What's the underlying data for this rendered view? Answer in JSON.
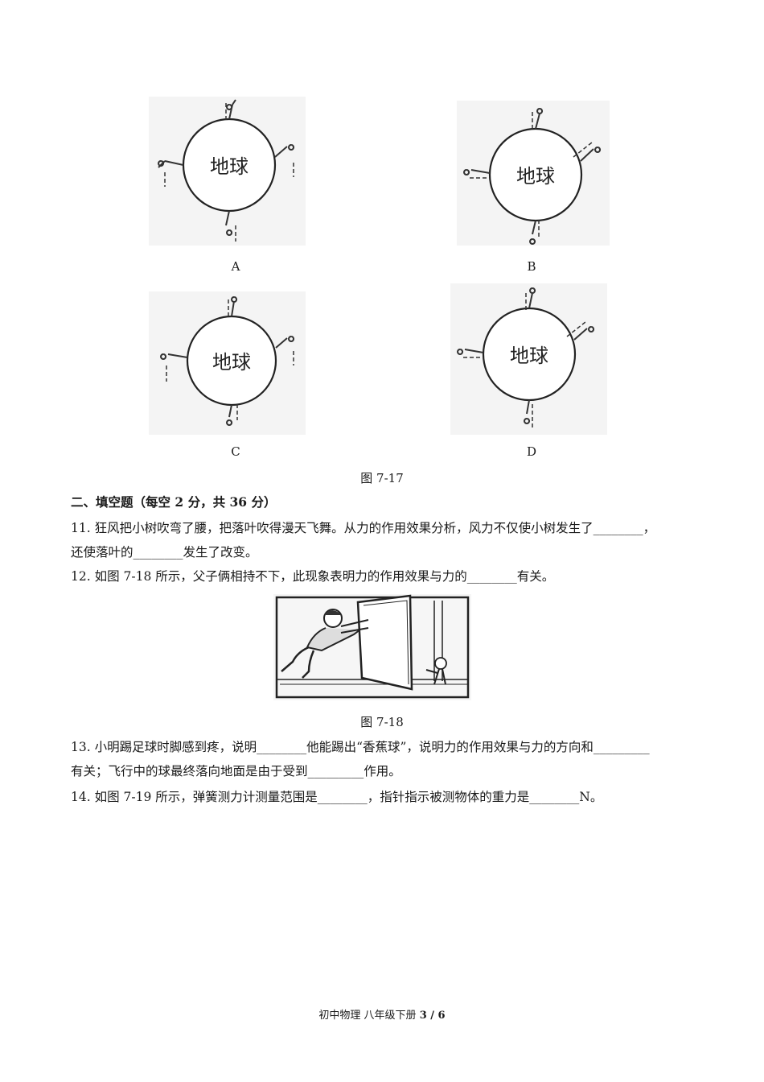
{
  "figure_717": {
    "globe_label": "地球",
    "options": [
      "A",
      "B",
      "C",
      "D"
    ],
    "caption": "图 7-17"
  },
  "section2": {
    "title": "二、填空题（每空 2 分，共 36 分）"
  },
  "questions": {
    "q11_line1": "11. 狂风把小树吹弯了腰，把落叶吹得漫天飞舞。从力的作用效果分析，风力不仅使小树发生了________，",
    "q11_line2": "还使落叶的________发生了改变。",
    "q12": "12. 如图 7-18 所示，父子俩相持不下，此现象表明力的作用效果与力的________有关。",
    "q13_line1": "13. 小明踢足球时脚感到疼，说明________他能踢出“香蕉球”，说明力的作用效果与力的方向和_________",
    "q13_line2": "有关；飞行中的球最终落向地面是由于受到_________作用。",
    "q14": "14. 如图 7-19 所示，弹簧测力计测量范围是________，指针指示被测物体的重力是________N。"
  },
  "figure_718": {
    "caption": "图 7-18"
  },
  "footer": {
    "text": "初中物理  八年级下册 ",
    "page": "3 / 6"
  }
}
